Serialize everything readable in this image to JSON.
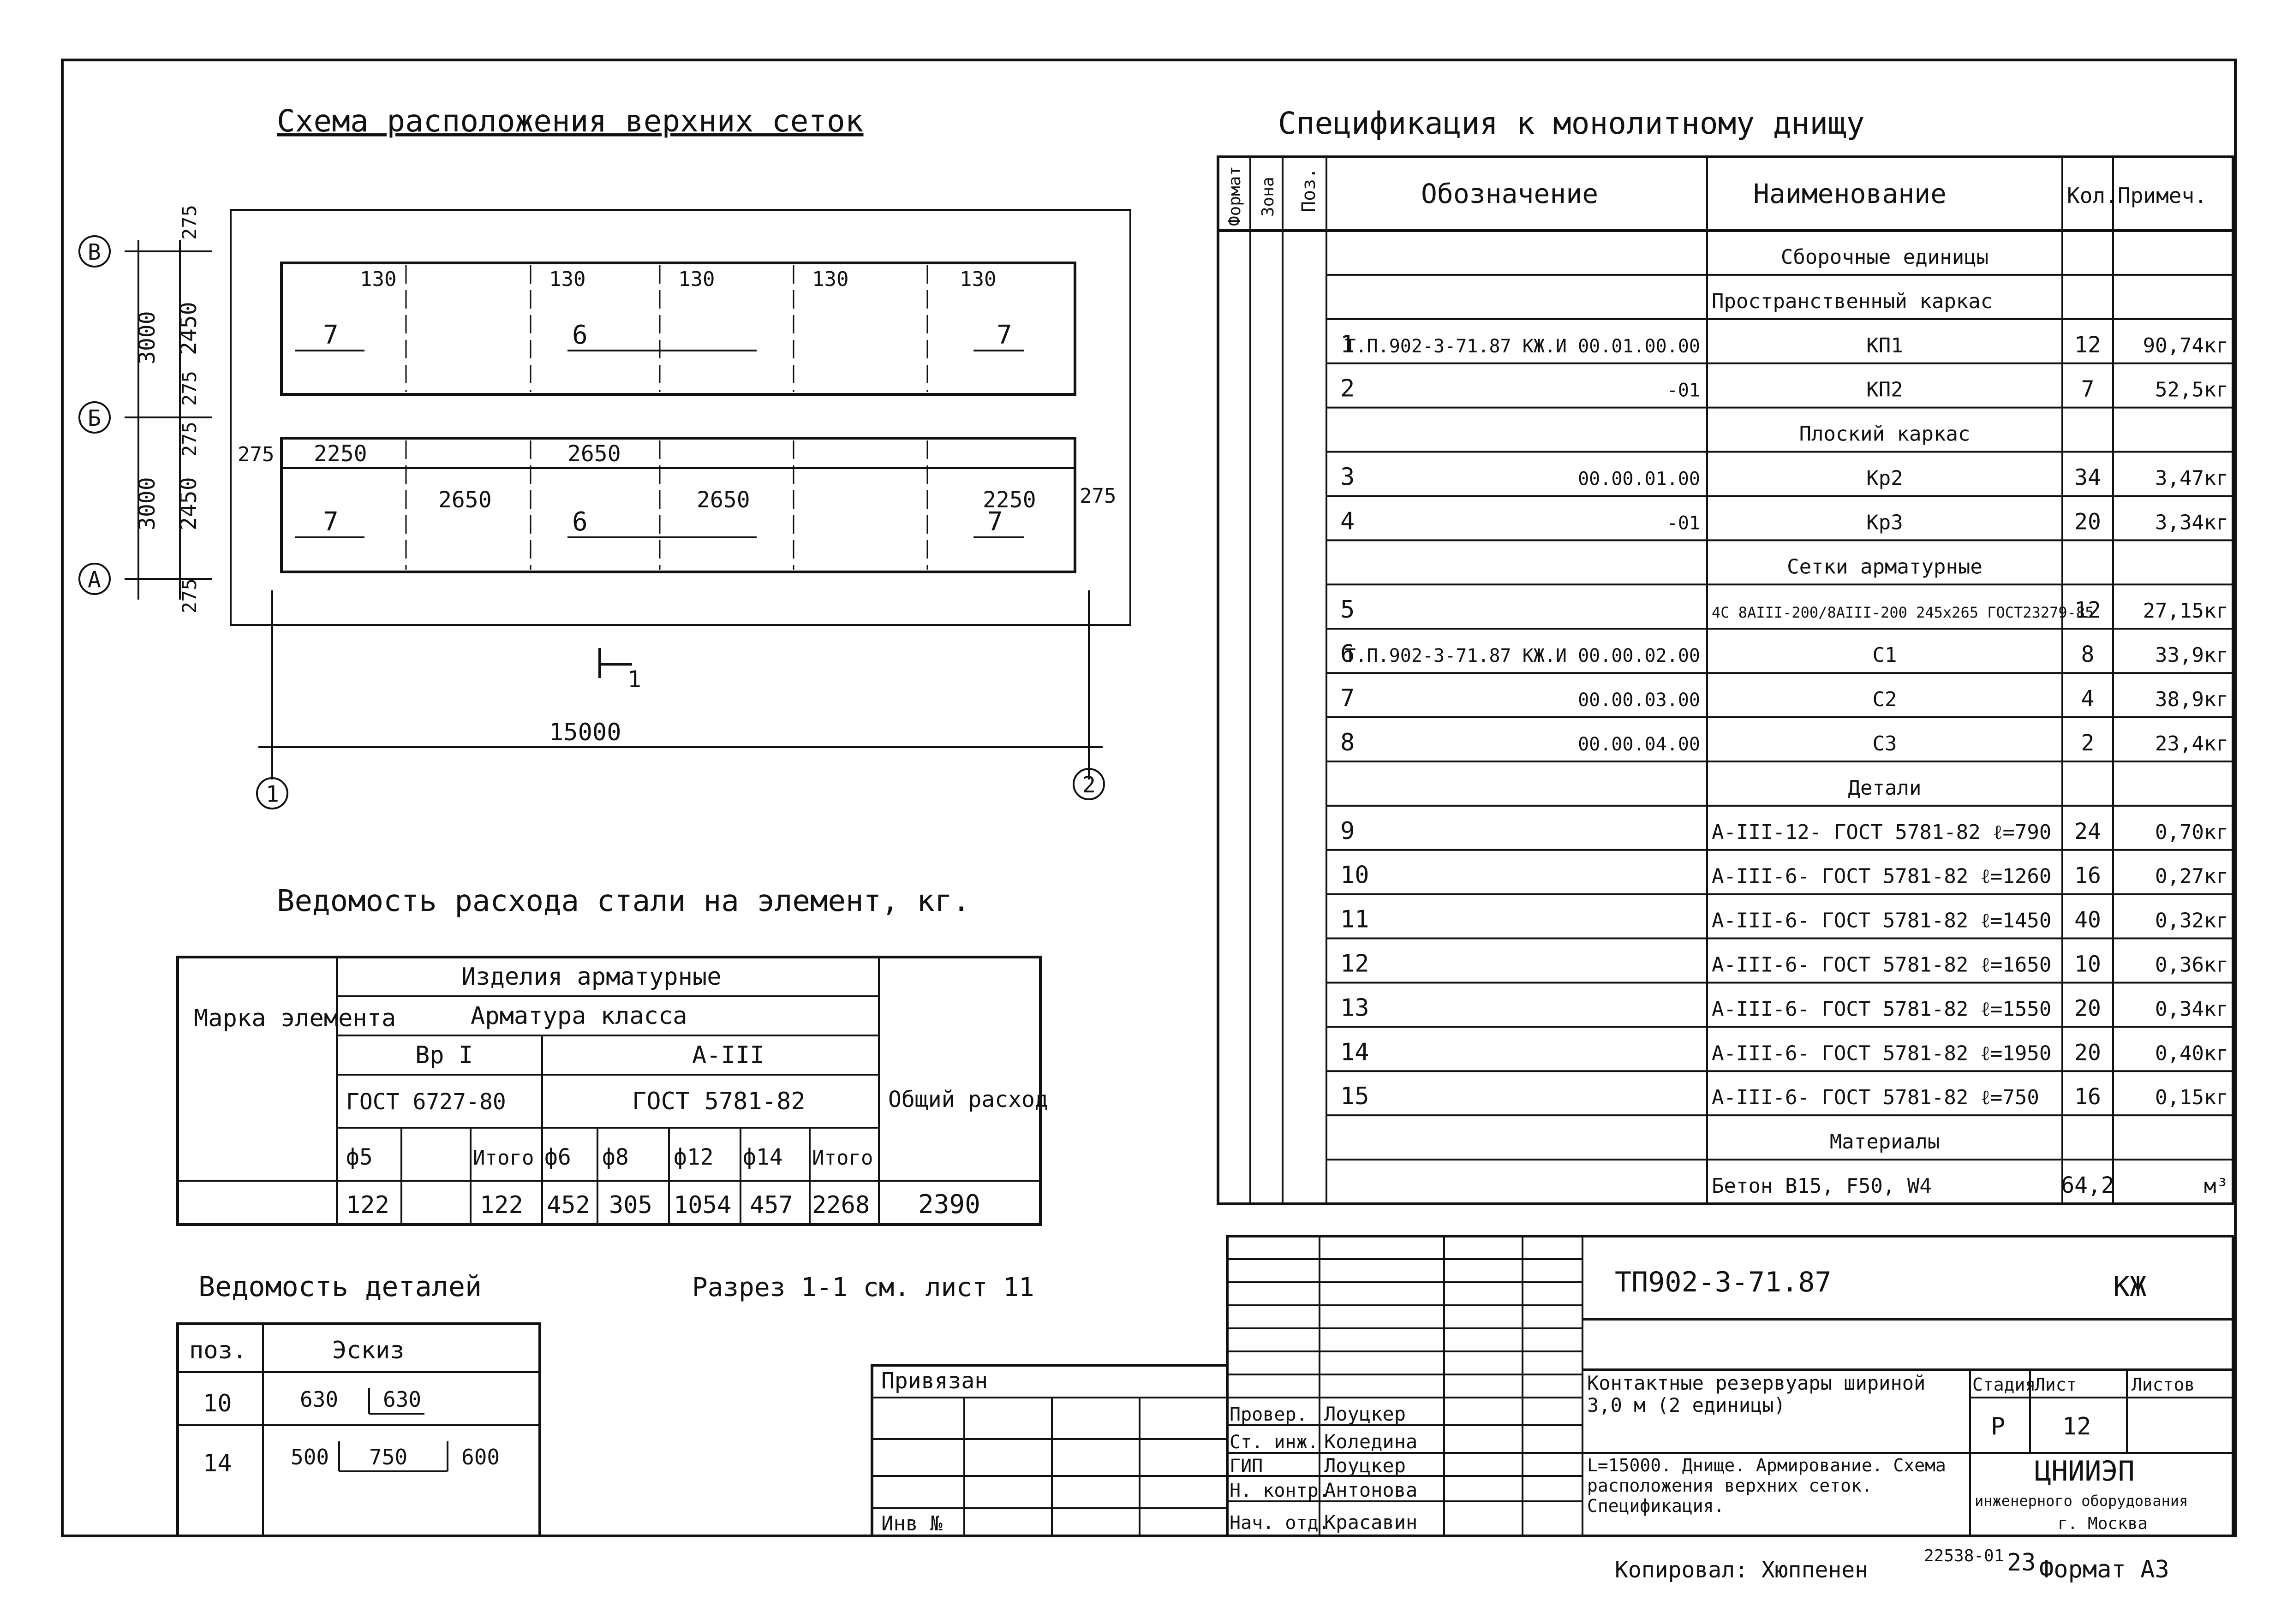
{
  "scheme": {
    "title": "Схема расположения верхних сеток",
    "axes": [
      "В",
      "Б",
      "А",
      "1",
      "2"
    ],
    "left_dims": [
      "275",
      "2450",
      "275",
      "275",
      "2450",
      "275"
    ],
    "left_outer": [
      "3000",
      "3000"
    ],
    "top_dims": [
      "130",
      "130",
      "130",
      "130",
      "130"
    ],
    "mid_dims": [
      "2250",
      "2650",
      "2650",
      "2650",
      "2250"
    ],
    "side_dims": [
      "275",
      "275"
    ],
    "labels_top": [
      "7",
      "6",
      "7"
    ],
    "labels_bottom": [
      "7",
      "6",
      "7"
    ],
    "section": "1",
    "overall": "15000"
  },
  "steel": {
    "title": "Ведомость расхода стали на элемент, кг.",
    "mark": "Марка элемента",
    "izd": "Изделия арматурные",
    "armclass": "Арматура класса",
    "bp": "Вр I",
    "a3": "А-III",
    "gost1": "ГОСТ 6727-80",
    "gost2": "ГОСТ 5781-82",
    "total_h": "Общий расход",
    "cols": [
      "ф5",
      "",
      "Итого",
      "ф6",
      "ф8",
      "ф12",
      "ф14",
      "Итого"
    ],
    "vals": [
      "122",
      "",
      "122",
      "452",
      "305",
      "1054",
      "457",
      "2268"
    ],
    "total": "2390"
  },
  "details": {
    "title": "Ведомость деталей",
    "h_pos": "поз.",
    "h_sketch": "Эскиз",
    "rows": [
      {
        "pos": "10",
        "a": "630",
        "b": "630",
        "c": ""
      },
      {
        "pos": "14",
        "a": "500",
        "b": "750",
        "c": "600"
      }
    ]
  },
  "razrez": "Разрез 1-1 см. лист 11",
  "spec": {
    "title": "Спецификация к монолитному днищу",
    "h": [
      "Формат",
      "Зона",
      "Поз.",
      "Обозначение",
      "Наименование",
      "Кол.",
      "Примеч."
    ],
    "rows": [
      {
        "p": "",
        "o": "",
        "n": "Сборочные единицы",
        "k": "",
        "m": ""
      },
      {
        "p": "",
        "o": "",
        "n": "Пространственный каркас",
        "k": "",
        "m": ""
      },
      {
        "p": "1",
        "o": "Т.П.902-3-71.87  КЖ.И 00.01.00.00",
        "n": "КП1",
        "k": "12",
        "m": "90,74кг"
      },
      {
        "p": "2",
        "o": "-01",
        "n": "КП2",
        "k": "7",
        "m": "52,5кг"
      },
      {
        "p": "",
        "o": "",
        "n": "Плоский каркас",
        "k": "",
        "m": ""
      },
      {
        "p": "3",
        "o": "00.00.01.00",
        "n": "Кр2",
        "k": "34",
        "m": "3,47кг"
      },
      {
        "p": "4",
        "o": "-01",
        "n": "Кр3",
        "k": "20",
        "m": "3,34кг"
      },
      {
        "p": "",
        "o": "",
        "n": "Сетки арматурные",
        "k": "",
        "m": ""
      },
      {
        "p": "5",
        "o": "",
        "n": "4С 8АIII-200/8АIII-200 245х265 ГОСТ23279-85",
        "k": "12",
        "m": "27,15кг"
      },
      {
        "p": "6",
        "o": "Т.П.902-3-71.87  КЖ.И 00.00.02.00",
        "n": "С1",
        "k": "8",
        "m": "33,9кг"
      },
      {
        "p": "7",
        "o": "00.00.03.00",
        "n": "С2",
        "k": "4",
        "m": "38,9кг"
      },
      {
        "p": "8",
        "o": "00.00.04.00",
        "n": "С3",
        "k": "2",
        "m": "23,4кг"
      },
      {
        "p": "",
        "o": "",
        "n": "Детали",
        "k": "",
        "m": ""
      },
      {
        "p": "9",
        "o": "",
        "n": "А-III-12- ГОСТ 5781-82  ℓ=790",
        "k": "24",
        "m": "0,70кг"
      },
      {
        "p": "10",
        "o": "",
        "n": "А-III-6- ГОСТ 5781-82  ℓ=1260",
        "k": "16",
        "m": "0,27кг"
      },
      {
        "p": "11",
        "o": "",
        "n": "А-III-6- ГОСТ 5781-82  ℓ=1450",
        "k": "40",
        "m": "0,32кг"
      },
      {
        "p": "12",
        "o": "",
        "n": "А-III-6- ГОСТ 5781-82  ℓ=1650",
        "k": "10",
        "m": "0,36кг"
      },
      {
        "p": "13",
        "o": "",
        "n": "А-III-6- ГОСТ 5781-82  ℓ=1550",
        "k": "20",
        "m": "0,34кг"
      },
      {
        "p": "14",
        "o": "",
        "n": "А-III-6- ГОСТ 5781-82  ℓ=1950",
        "k": "20",
        "m": "0,40кг"
      },
      {
        "p": "15",
        "o": "",
        "n": "А-III-6- ГОСТ 5781-82  ℓ=750",
        "k": "16",
        "m": "0,15кг"
      },
      {
        "p": "",
        "o": "",
        "n": "Материалы",
        "k": "",
        "m": ""
      },
      {
        "p": "",
        "o": "",
        "n": "Бетон В15, F50, W4",
        "k": "64,2",
        "m": "м³"
      }
    ]
  },
  "stamp": {
    "code": "ТП902-3-71.87",
    "mark": "КЖ",
    "privyazan": "Привязан",
    "inv": "Инв №",
    "roles": [
      "Провер.",
      "Ст. инж.",
      "ГИП",
      "Н. контр.",
      "Нач. отд."
    ],
    "names": [
      "Лоуцкер",
      "Коледина",
      "Лоуцкер",
      "Антонова",
      "Красавин"
    ],
    "object": "Контактные резервуары шириной 3,0 м (2 единицы)",
    "desc": "L=15000. Днище. Армирование. Схема расположения верхних сеток. Спецификация.",
    "stage_h": "Стадия",
    "sheet_h": "Лист",
    "sheets_h": "Листов",
    "stage": "Р",
    "sheet": "12",
    "org": "ЦНИИЭП",
    "org2": "инженерного оборудования",
    "city": "г. Москва"
  },
  "footer": {
    "copied": "Копировал: Хюппенен",
    "num": "22538-01",
    "page": "23",
    "format": "Формат А3"
  }
}
